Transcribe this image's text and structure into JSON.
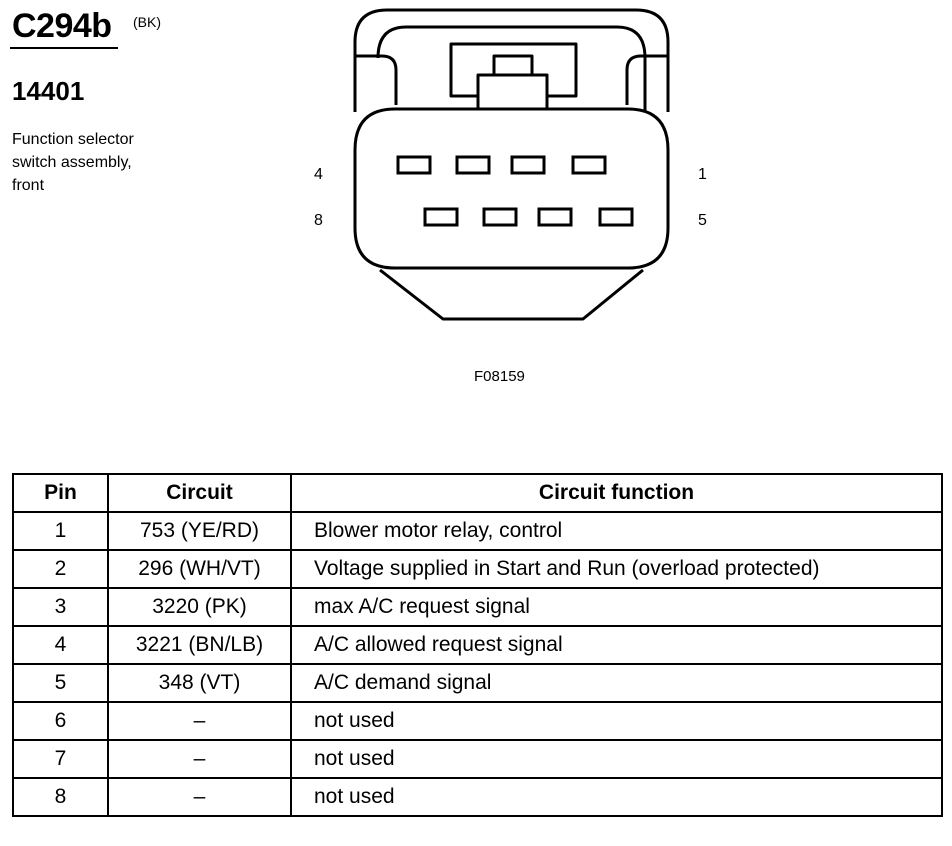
{
  "header": {
    "connector_id": "C294b",
    "connector_color": "(BK)",
    "part_number": "14401",
    "description_lines": [
      "Function selector",
      "switch assembly,",
      "front"
    ]
  },
  "diagram": {
    "pin_labels": {
      "top_left": "4",
      "top_right": "1",
      "bottom_left": "8",
      "bottom_right": "5"
    },
    "figure_code": "F08159"
  },
  "table": {
    "headers": {
      "pin": "Pin",
      "circuit": "Circuit",
      "function": "Circuit function"
    },
    "rows": [
      {
        "pin": "1",
        "circuit": "753 (YE/RD)",
        "function": "Blower motor relay, control"
      },
      {
        "pin": "2",
        "circuit": "296 (WH/VT)",
        "function": "Voltage supplied in Start and Run (overload protected)"
      },
      {
        "pin": "3",
        "circuit": "3220 (PK)",
        "function": "max A/C request signal"
      },
      {
        "pin": "4",
        "circuit": "3221 (BN/LB)",
        "function": "A/C allowed request signal"
      },
      {
        "pin": "5",
        "circuit": "348 (VT)",
        "function": "A/C demand signal"
      },
      {
        "pin": "6",
        "circuit": "–",
        "function": "not used"
      },
      {
        "pin": "7",
        "circuit": "–",
        "function": "not used"
      },
      {
        "pin": "8",
        "circuit": "–",
        "function": "not used"
      }
    ]
  }
}
